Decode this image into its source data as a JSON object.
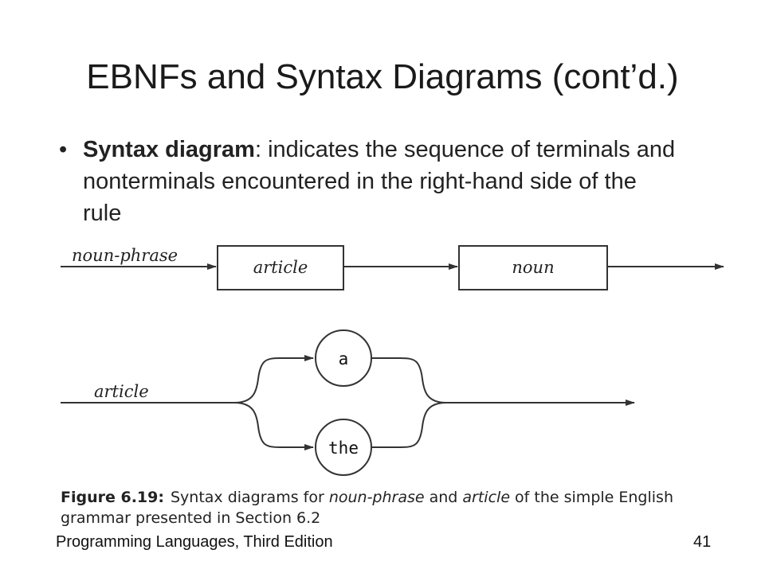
{
  "slide": {
    "title": "EBNFs and Syntax Diagrams (cont’d.)",
    "bullet": {
      "marker": "•",
      "term": "Syntax diagram",
      "text": ": indicates the sequence of terminals and nonterminals encountered in the right-hand side of the rule"
    }
  },
  "diagram": {
    "noun_phrase": {
      "label": "noun-phrase",
      "boxes": [
        "article",
        "noun"
      ]
    },
    "article": {
      "label": "article",
      "terminals": [
        "a",
        "the"
      ]
    }
  },
  "caption": {
    "figure_number": "Figure 6.19:",
    "part1": "Syntax diagrams for ",
    "term1": "noun-phrase",
    "part2": " and ",
    "term2": "article",
    "part3": " of the simple English grammar presented in Section 6.2"
  },
  "footer": {
    "left": "Programming Languages, Third Edition",
    "page_number": "41"
  },
  "colors": {
    "stroke": "#333333",
    "text": "#222222"
  }
}
